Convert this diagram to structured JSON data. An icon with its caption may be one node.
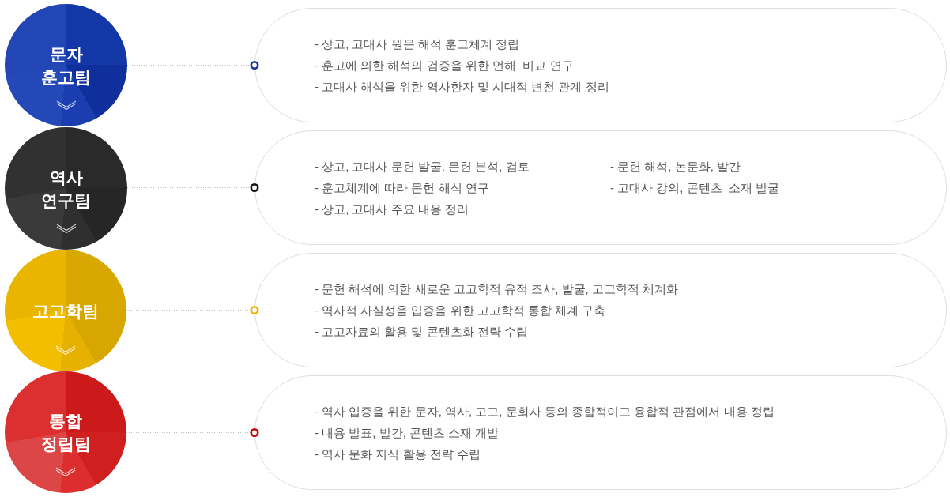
{
  "diagram": {
    "nodes": [
      {
        "text": [
          "문자 훈고팀"
        ]
      },
      {
        "text": [
          "- 상고, 고대사 원문 해석 훈고체계 정립",
          "- 훈고에 의한 해석의 검증을 위한 언해  비교 연구",
          "- 고대사 해석을 위한 역사한자 및 시대적 변천 관계 정리"
        ]
      },
      {
        "text": [
          "역사 연구팀"
        ]
      },
      {
        "text": [
          "- 상고, 고대사 문헌 발굴, 문헌 분석, 검토",
          "- 훈고체계에 따라 문헌 해석 연구",
          "- 상고, 고대사 주요 내용 정리",
          "- 문헌 해석, 논문화, 발간",
          "- 고대사 강의, 콘텐츠  소재 발굴"
        ]
      },
      {
        "text": [
          "고고학팀"
        ]
      },
      {
        "text": [
          "- 문헌 해석에 의한 새로운 고고학적 유적 조사, 발굴, 고고학적 체계화",
          "- 역사적 사실성을 입증을 위한 고고학적 통합 체계 구축",
          "- 고고자료의 활용 및 콘텐츠화 전략 수립"
        ]
      },
      {
        "text": [
          "통합 정립팀"
        ]
      },
      {
        "text": [
          "- 역사 입증을 위한 문자, 역사, 고고, 문화사 등의 종합적이고 융합적 관점에서 내용 정립",
          "- 내용 발표, 발간, 콘텐츠 소재 개발",
          "- 역사 문화 지식 활용 전략 수립"
        ]
      }
    ],
    "edges": [
      {
        "from": 0,
        "to": 1,
        "arrow": "other",
        "style": "dashed"
      },
      {
        "from": 2,
        "to": 3,
        "arrow": "other",
        "style": "dashed"
      },
      {
        "from": 4,
        "to": 5,
        "arrow": "other",
        "style": "dashed"
      },
      {
        "from": 6,
        "to": 7,
        "arrow": "other",
        "style": "dashed"
      }
    ]
  }
}
